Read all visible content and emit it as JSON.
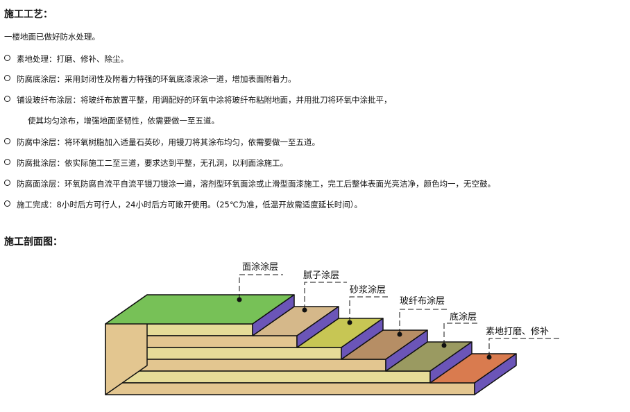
{
  "section1": {
    "title": "施工工艺：",
    "intro": "一楼地面已做好防水处理。",
    "items": [
      "素地处理：打磨、修补、除尘。",
      "防腐底涂层：采用封闭性及附着力特强的环氧底漆滚涂一道，增加表面附着力。",
      "铺设玻纤布涂层：将玻纤布放置平整，用调配好的环氧中涂将玻纤布粘附地面，并用批刀将环氧中涂批平，",
      "防腐中涂层：将环氧树脂加入适量石英砂，用镘刀将其涂布均匀，依需要做一至五道。",
      "防腐批涂层：依实际施工二至三道，要求达到平整，无孔洞，以利面涂施工。",
      "防腐面涂层：环氧防腐自流平自流平镘刀镘涂一道，溶剂型环氧面涂或止滑型面漆施工，完工后整体表面光亮洁净，颜色均一，无空鼓。",
      "施工完成：8小时后方可行人，24小时后方可敞开使用。（25℃为准，低温开放需适度延长时间）。"
    ],
    "continuation": "使其均匀涂布，增强地面坚韧性，依需要做一至五道。"
  },
  "section2": {
    "title": "施工剖面图：",
    "diagram_labels": [
      "面涂涂层",
      "腻子涂层",
      "砂浆涂层",
      "玻纤布涂层",
      "底涂层",
      "素地打磨、修补"
    ]
  },
  "colors": {
    "layer_tan": "#e3c690",
    "layer_yellow": "#e6dc98",
    "side_purple": "#6b55b8",
    "top_green": "#77c157",
    "top_tan": "#d5b88a",
    "top_olive": "#c7c654",
    "top_brown": "#b68e65",
    "top_olive_gray": "#9a9a61",
    "top_orange": "#d97b4f",
    "outline": "#111111"
  }
}
